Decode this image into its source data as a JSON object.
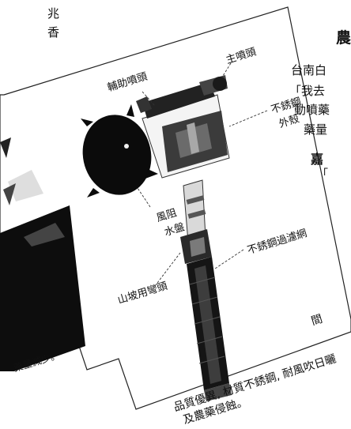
{
  "top_left": {
    "line1": "兆",
    "line2": "香"
  },
  "labels": {
    "aux_nozzle": "輔助噴頭",
    "main_nozzle": "主噴頭",
    "shell_line1": "不銹鋼",
    "shell_line2": "外殼",
    "wind_line1": "風阻",
    "wind_line2": "水盤",
    "slope_fitting": "山坡用彎頭",
    "filter": "不銹鋼過濾網"
  },
  "caption": {
    "line1": "品質優異, 材質不銹鋼, 耐風吹日曬",
    "line2": "及農藥侵蝕。"
  },
  "left_caption": "藥量減少。",
  "right_column": {
    "heading": "農",
    "line1": "台南白",
    "line2": "「我去",
    "line3": "動噴藥",
    "line4": "藥量",
    "subheading": "嘉",
    "line5": "「",
    "bottom": "間"
  }
}
